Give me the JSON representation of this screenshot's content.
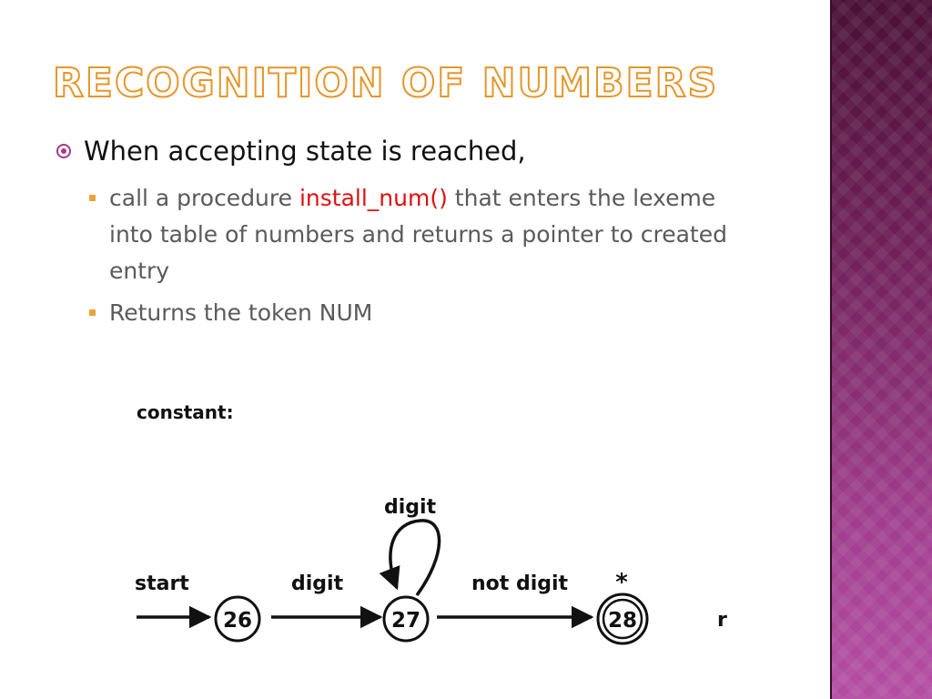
{
  "slide": {
    "title": "RECOGNITION OF NUMBERS",
    "bullet_main": "When accepting state is reached,",
    "sub1": {
      "before": " call a procedure ",
      "code": "install_num()",
      "after": " that enters the lexeme into table of numbers and returns a pointer to created entry"
    },
    "sub2": "Returns the token NUM"
  },
  "diagram": {
    "heading": "constant:",
    "start_label": "start",
    "edge1_label": "digit",
    "loop_label": "digit",
    "edge2_label": "not digit",
    "star": "*",
    "cut_text": "r",
    "states": [
      "26",
      "27",
      "28"
    ]
  },
  "colors": {
    "title_outline": "#e6962a",
    "bullet_marker": "#a33a8c",
    "sub_marker": "#e8a33a",
    "code_text": "#dd1111",
    "sidebar_top": "#4a1036",
    "sidebar_bottom": "#b44ea3"
  }
}
